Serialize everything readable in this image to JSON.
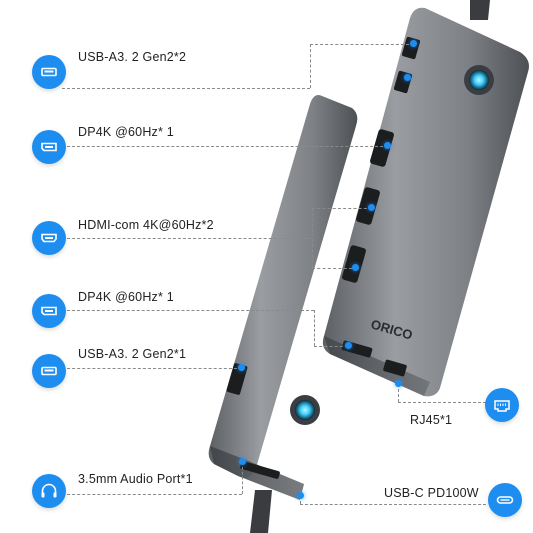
{
  "ports": [
    {
      "label": "USB-A3. 2 Gen2*2",
      "icon": "usb-a-icon"
    },
    {
      "label": "DP4K @60Hz* 1",
      "icon": "displayport-icon"
    },
    {
      "label": "HDMI-com 4K@60Hz*2",
      "icon": "hdmi-icon"
    },
    {
      "label": "DP4K @60Hz* 1",
      "icon": "displayport-icon"
    },
    {
      "label": "USB-A3. 2 Gen2*1",
      "icon": "usb-a-icon"
    },
    {
      "label": "3.5mm Audio Port*1",
      "icon": "headphone-icon"
    }
  ],
  "right_ports": [
    {
      "label": "RJ45*1",
      "icon": "ethernet-icon"
    },
    {
      "label": "USB-C PD100W",
      "icon": "usb-c-icon"
    }
  ],
  "brand": "ORICO",
  "colors": {
    "accent": "#1e8df0",
    "body": "#8f9296",
    "leader": "#8a8a8a"
  }
}
